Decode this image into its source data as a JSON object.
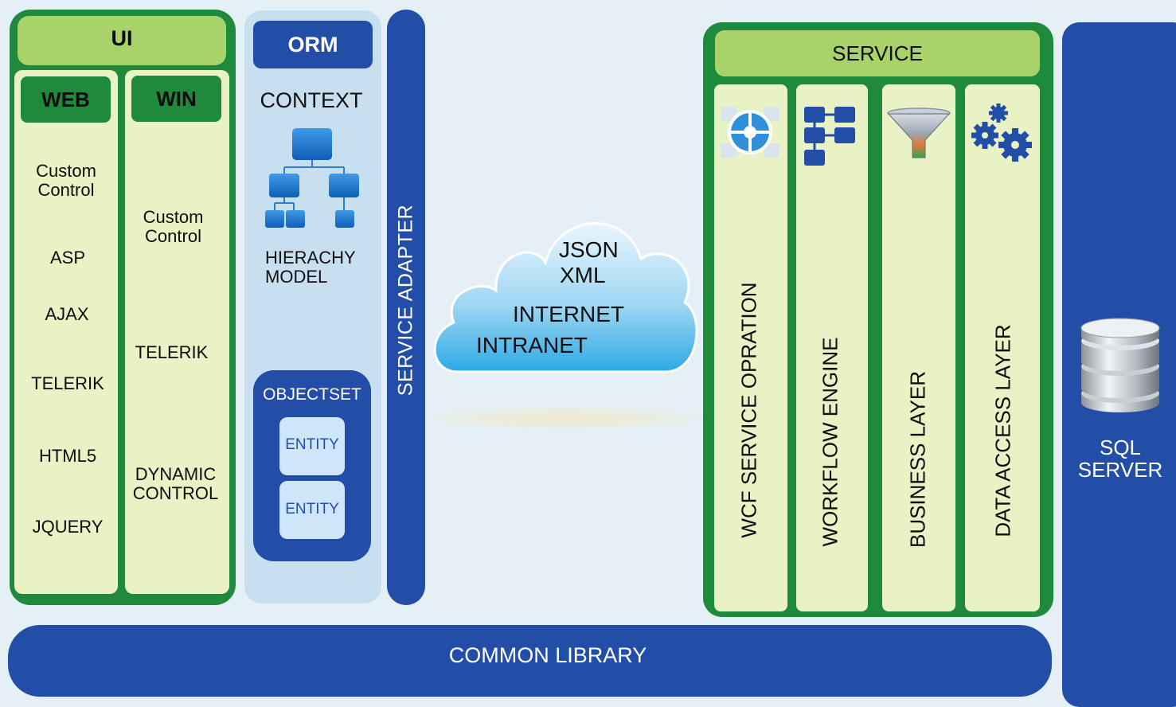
{
  "ui": {
    "title": "UI",
    "web": {
      "title": "WEB",
      "items": [
        "Custom\nControl",
        "ASP",
        "AJAX",
        "TELERIK",
        "HTML5",
        "JQUERY"
      ]
    },
    "win": {
      "title": "WIN",
      "items": [
        "Custom\nControl",
        "TELERIK",
        "DYNAMIC\nCONTROL"
      ]
    }
  },
  "orm": {
    "title": "ORM",
    "context": "CONTEXT",
    "hierarchy_label": "HIERACHY\nMODEL",
    "objectset": {
      "title": "OBJECTSET",
      "entities": [
        "ENTITY",
        "ENTITY"
      ]
    }
  },
  "service_adapter": "SERVICE ADAPTER",
  "cloud": {
    "lines": [
      "JSON",
      "XML",
      "INTERNET",
      "INTRANET"
    ]
  },
  "service": {
    "title": "SERVICE",
    "columns": [
      {
        "label": "WCF  SERVICE  OPRATION",
        "icon": "wcf-service-icon"
      },
      {
        "label": "WORKFLOW ENGINE",
        "icon": "workflow-icon"
      },
      {
        "label": "BUSINESS LAYER",
        "icon": "funnel-icon"
      },
      {
        "label": "DATA  ACCESS  LAYER",
        "icon": "gears-icon"
      }
    ]
  },
  "sql_server": {
    "label": "SQL\nSERVER",
    "icon": "database-icon"
  },
  "common_library": "COMMON LIBRARY",
  "colors": {
    "green_dark": "#1f8a3c",
    "green_light": "#a8d36a",
    "cream": "#e9f2c4",
    "blue": "#234ea8",
    "light_blue": "#c8dff0",
    "background": "#e4f0f5"
  }
}
